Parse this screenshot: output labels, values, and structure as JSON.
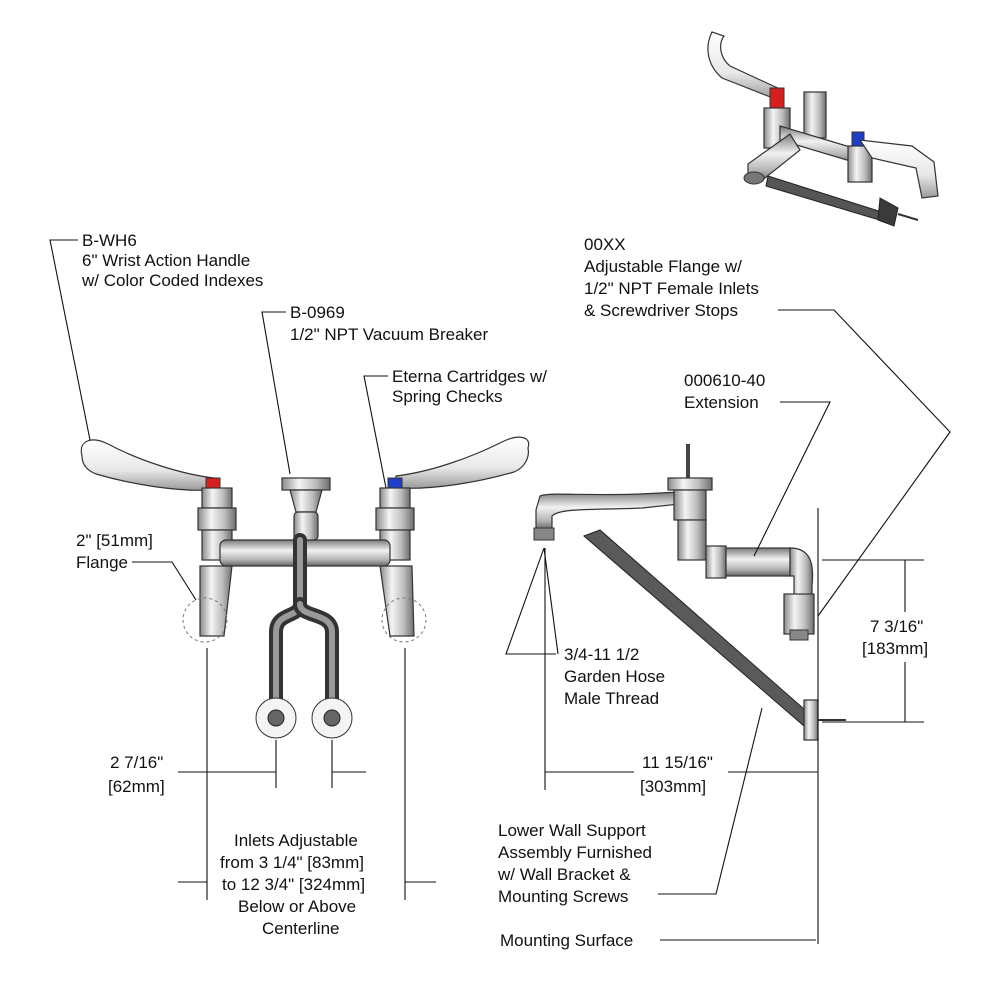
{
  "colors": {
    "line": "#111111",
    "hot_index": "#d62020",
    "cold_index": "#1f3fc8",
    "metal_light": "#e6e6e6",
    "metal_dark": "#4a4a4a"
  },
  "callouts": {
    "handle": [
      "B-WH6",
      "6\" Wrist Action Handle",
      "w/ Color Coded Indexes"
    ],
    "vacuum_breaker": [
      "B-0969",
      "1/2\" NPT Vacuum Breaker"
    ],
    "cartridges": [
      "Eterna Cartridges w/",
      "Spring Checks"
    ],
    "flange_right": [
      "00XX",
      "Adjustable Flange w/",
      "1/2\" NPT Female Inlets",
      "& Screwdriver Stops"
    ],
    "extension": [
      "000610-40",
      "Extension"
    ],
    "flange_left": [
      "2\" [51mm]",
      "Flange"
    ],
    "hose_thread": [
      "3/4-11 1/2",
      "Garden Hose",
      "Male Thread"
    ],
    "wall_support": [
      "Lower Wall Support",
      "Assembly Furnished",
      "w/ Wall Bracket &",
      "Mounting Screws"
    ],
    "mounting_surface": "Mounting Surface"
  },
  "dimensions": {
    "inlet_offset": [
      "2 7/16\"",
      "[62mm]"
    ],
    "inlets_adjustable": [
      "Inlets Adjustable",
      "from 3 1/4\"  [83mm]",
      "to 12 3/4\" [324mm]",
      "Below or Above",
      "Centerline"
    ],
    "spout_reach": [
      "11 15/16\"",
      "[303mm]"
    ],
    "height": [
      "7 3/16\"",
      "[183mm]"
    ]
  }
}
